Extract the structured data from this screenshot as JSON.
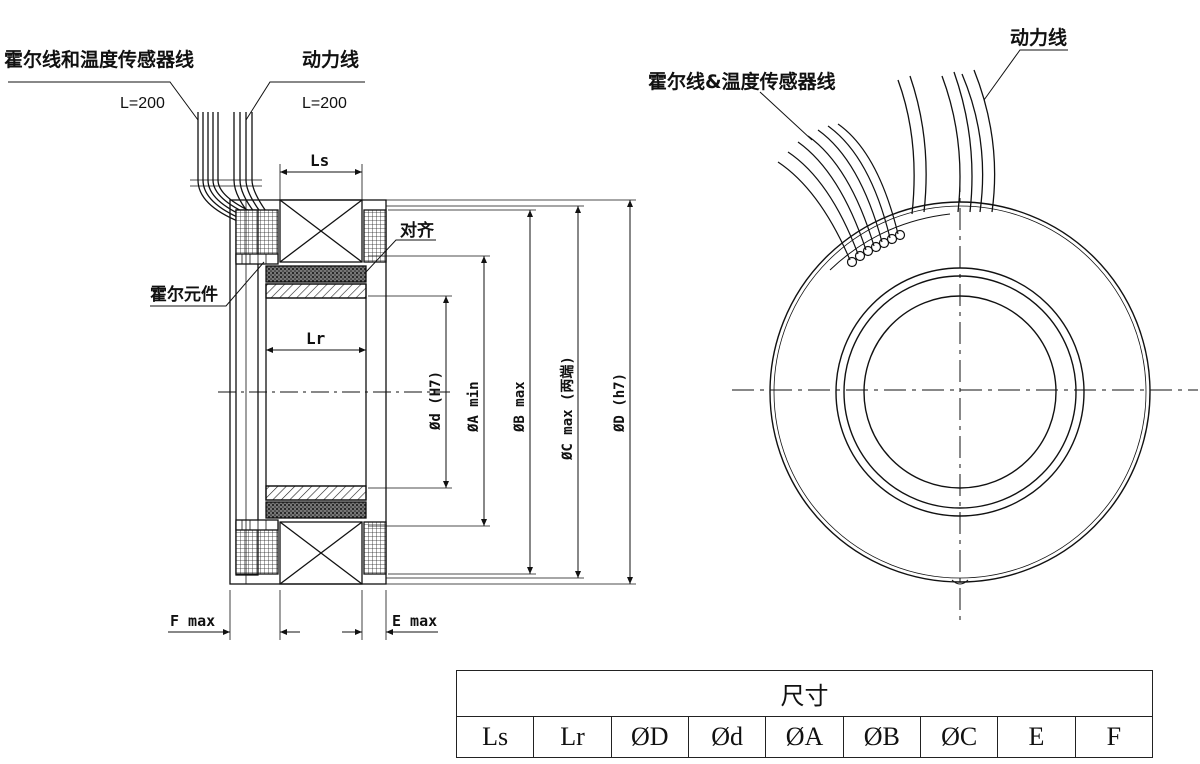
{
  "side_view": {
    "hall_and_temp_wire_label": "霍尔线和温度传感器线",
    "hall_wire_length": "L=200",
    "power_wire_label": "动力线",
    "power_wire_length": "L=200",
    "hall_element_label": "霍尔元件",
    "align_label": "对齐",
    "dim_ls": "Ls",
    "dim_lr": "Lr",
    "dim_d_inner": "Ød (H7)",
    "dim_a_min": "ØA min",
    "dim_b_max": "ØB max",
    "dim_c_max": "ØC max (两端)",
    "dim_d_outer": "ØD (h7)",
    "dim_f_max": "F max",
    "dim_e_max": "E max"
  },
  "front_view": {
    "hall_and_temp_wire_label": "霍尔线&温度传感器线",
    "power_wire_label": "动力线"
  },
  "table": {
    "title": "尺寸",
    "columns": [
      "Ls",
      "Lr",
      "ØD",
      "Ød",
      "ØA",
      "ØB",
      "ØC",
      "E",
      "F"
    ]
  }
}
